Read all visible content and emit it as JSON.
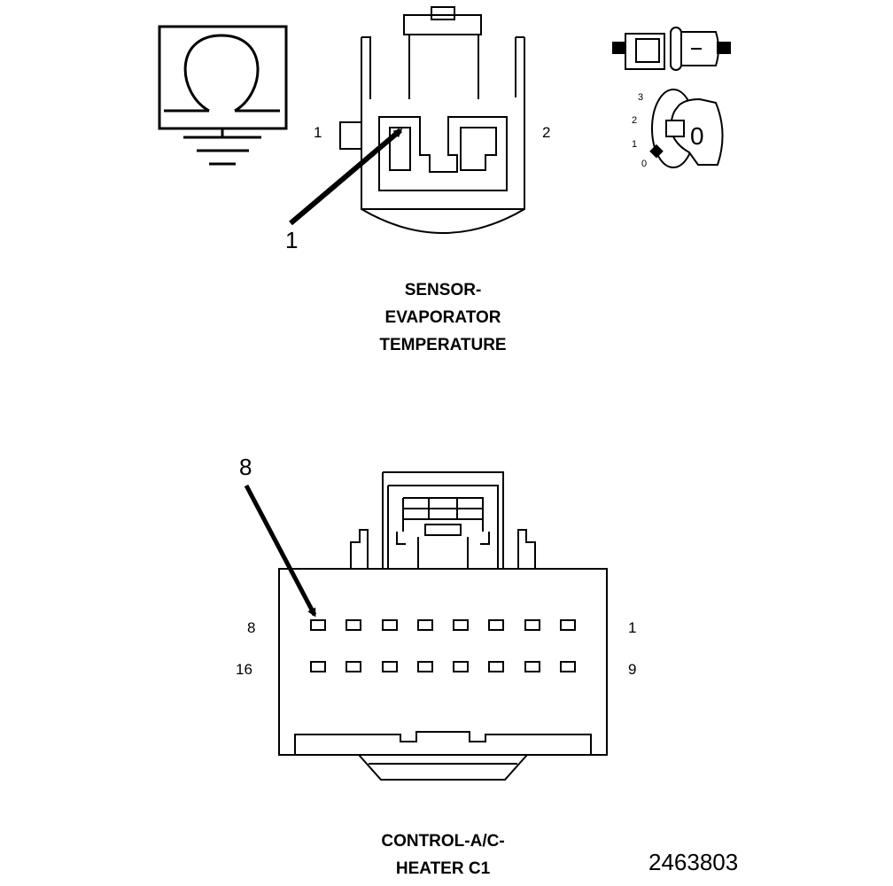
{
  "top_connector": {
    "title_lines": [
      "SENSOR-",
      "EVAPORATOR",
      "TEMPERATURE"
    ],
    "pin_left": "1",
    "pin_right": "2",
    "callout": "1"
  },
  "icons": {
    "ohm_symbol": "ohmmeter-ground-icon",
    "probe": "test-probe-icon",
    "ignition": "ignition-key-switch-icon",
    "ignition_positions": [
      "3",
      "2",
      "1",
      "0"
    ],
    "key_label": "0"
  },
  "bottom_connector": {
    "title_lines": [
      "CONTROL-A/C-",
      "HEATER C1"
    ],
    "pin_top_left": "8",
    "pin_top_right": "1",
    "pin_bottom_left": "16",
    "pin_bottom_right": "9",
    "callout": "8"
  },
  "figure_number": "2463803"
}
